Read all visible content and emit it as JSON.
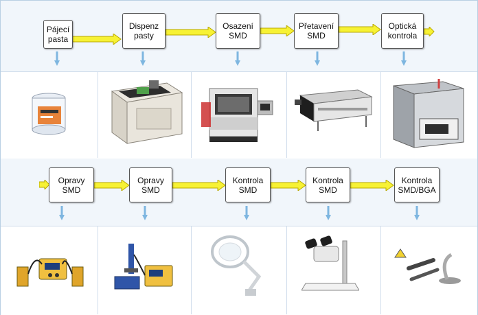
{
  "diagram": {
    "top_row": [
      {
        "label": "Pájecí\npasta",
        "photo": "solder-paste-jar"
      },
      {
        "label": "Dispenz\npasty",
        "photo": "paste-dispenser-machine"
      },
      {
        "label": "Osazení\nSMD",
        "photo": "pick-and-place-machine"
      },
      {
        "label": "Přetavení\nSMD",
        "photo": "reflow-oven"
      },
      {
        "label": "Optická\nkontrola",
        "photo": "optical-inspection-machine"
      }
    ],
    "bottom_row": [
      {
        "label": "Opravy\nSMD",
        "photo": "rework-soldering-station"
      },
      {
        "label": "Opravy\nSMD",
        "photo": "hot-air-rework-station"
      },
      {
        "label": "Kontrola\nSMD",
        "photo": "magnifier-lamp"
      },
      {
        "label": "Kontrola\nSMD",
        "photo": "stereo-microscope"
      },
      {
        "label": "Kontrola\nSMD/BGA",
        "photo": "bga-inspection-scope"
      }
    ],
    "colors": {
      "flow_arrow_fill": "#f7f234",
      "flow_arrow_stroke": "#b8a800",
      "down_arrow": "#7eb6e0",
      "band_tint": "#f1f6fb",
      "grid_line": "#cfdceb"
    }
  }
}
